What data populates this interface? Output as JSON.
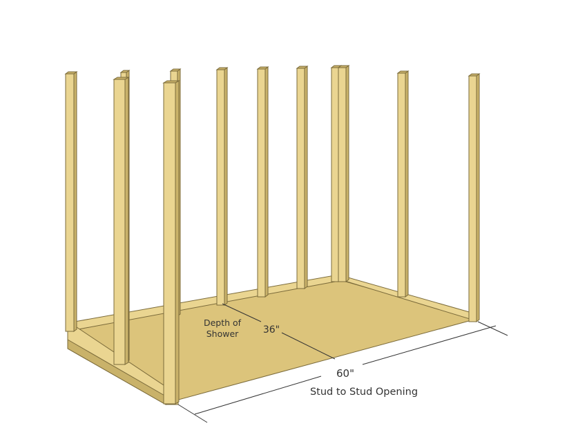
{
  "labels": {
    "depth_line1": "Depth of",
    "depth_line2": "Shower",
    "depth_value": "36\"",
    "width_value": "60\"",
    "width_caption": "Stud to Stud Opening"
  },
  "colors": {
    "floor": "#dcc47b",
    "stud_face": "#ead591",
    "stud_side": "#c9b26a",
    "outline": "#7a6a3a",
    "dimension_line": "#333333"
  }
}
